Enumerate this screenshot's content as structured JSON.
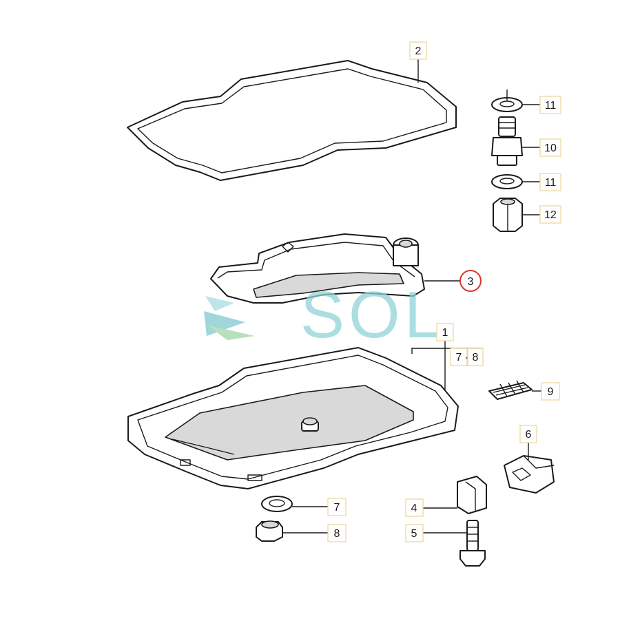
{
  "watermark": {
    "text": "SOL",
    "color": "#8fd3d8",
    "icon": "chevron-arrows-logo"
  },
  "colors": {
    "line": "#1a1a1a",
    "callout_border": "#e9d49a",
    "highlight_ring": "#d9342b",
    "shading": "#d9d9d9"
  },
  "callouts": {
    "c1": "1",
    "c2": "2",
    "c3": "3",
    "c4": "4",
    "c5": "5",
    "c6": "6",
    "c7": "7",
    "c7b": "7",
    "c8": "8",
    "c8b": "8",
    "c9": "9",
    "c10": "10",
    "c11a": "11",
    "c11b": "11",
    "c12": "12",
    "dash": "-"
  }
}
